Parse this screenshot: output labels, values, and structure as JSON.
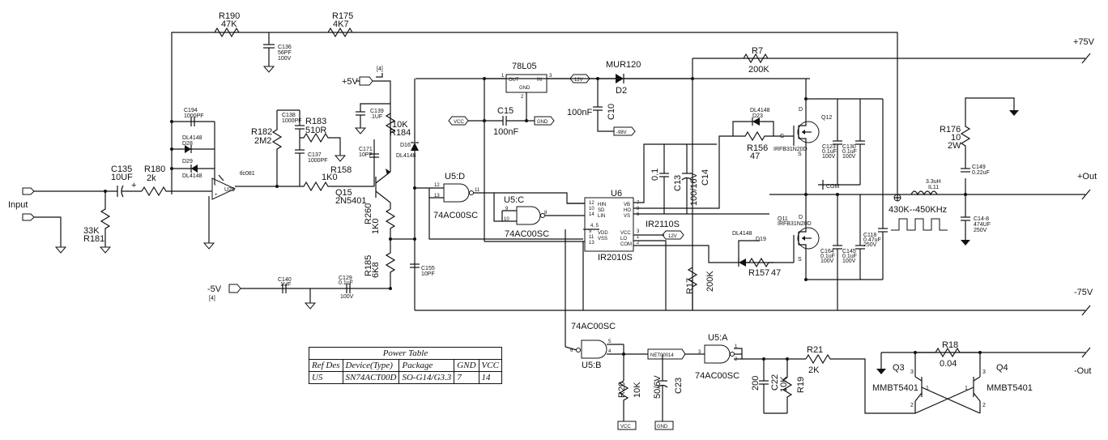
{
  "rails": {
    "plus75": "+75V",
    "minus75": "-75V",
    "plus5": "+5V",
    "minus5": "-5V",
    "ref4a": "[4]",
    "ref4b": "[4]",
    "v12a": "12V",
    "v12b": "12V",
    "vcc": "VCC",
    "gnd": "GND",
    "vcc2": "VCC",
    "gnd2": "GND",
    "neg98": "-98V",
    "com": "COM",
    "net": "NET00014"
  },
  "ports": {
    "input": "Input",
    "plus_out": "+Out",
    "minus_out": "-Out"
  },
  "parts": {
    "r190": "R190",
    "r190v": "47K",
    "r175": "R175",
    "r175v": "4K7",
    "c136": "C136",
    "c136v": "56PF",
    "c136r": "100V",
    "r7": "R7",
    "r7v": "200K",
    "u7": "78L05",
    "u7out": "OUT",
    "u7in": "IN",
    "u7gnd": "GND",
    "d2t": "MUR120",
    "d2": "D2",
    "c10v": "100nF",
    "c10": "C10",
    "c15": "C15",
    "c15v": "100nF",
    "c135": "C135",
    "c135v": "10UF",
    "r180": "R180",
    "r180v": "2k",
    "r181v": "33K",
    "r181": "R181",
    "c194": "C194",
    "c194v": "1000PF",
    "d28t": "DL4148",
    "d28": "D28",
    "d29": "D29",
    "d29t": "DL4148",
    "u29": "U29",
    "u29t": "tlc081",
    "c138": "C138",
    "c138v": "1000PF",
    "r182": "R182",
    "r182v": "2M2",
    "r183": "R183",
    "r183v": "510R",
    "c137": "C137",
    "c137v": "1000PF",
    "c139": "C139",
    "c139v": ".1UF",
    "r184v": "10K",
    "r184": "R184",
    "c171": "C171",
    "c171v": "10PF",
    "d16": "D16",
    "d16t": "DL4148",
    "r158": "R158",
    "r158v": "1K0",
    "q15": "Q15",
    "q15t": "2N5401",
    "r260": "R260",
    "r260v": "1K0",
    "r185": "R185",
    "r185v": "6K8",
    "c155": "C155",
    "c155v": "10PF",
    "c140": "C140",
    "c140v": "1UF",
    "c129": "C129",
    "c129v": "0.1uF",
    "c129r": "100V",
    "u5d": "U5:D",
    "u5dt": "74AC00SC",
    "u5c": "U5:C",
    "u5ct": "74AC00SC",
    "u6": "U6",
    "u6t": "IR2010S",
    "u6hin": "HIN",
    "u6sd": "SD",
    "u6lin": "LIN",
    "u6vdd": "VDD",
    "u6vss": "VSS",
    "u6vb": "VB",
    "u6ho": "HO",
    "u6vs": "VS",
    "u6vcc": "VCC",
    "u6lo": "LO",
    "u6com": "COM",
    "c01": "0.1",
    "c13": "C13",
    "c13v": "100/16V",
    "c14": "C14",
    "ir2110": "IR2110S",
    "r17": "R17",
    "r17v": "200K",
    "d23t": "DL4148",
    "d23": "D23",
    "r156": "R156",
    "r156v": "47",
    "q12": "Q12",
    "q12t": "IRFB31N20D",
    "c123": "C123",
    "c123v": "0.1uF",
    "c123r": "100V",
    "c130": "C130",
    "c130v": "0.1uF",
    "c130r": "100V",
    "d19t": "DL4148",
    "d19": "D19",
    "r157": "R157",
    "r157v": "47",
    "q11": "Q11",
    "q11t": "IRFB31N20D",
    "c164": "C164",
    "c164v": "0.1uF",
    "c164r": "100V",
    "c145": "C145",
    "c145v": "0.1uF",
    "c145r": "100V",
    "c118": "C118",
    "c118v": "0.47uF",
    "c118r": "250V",
    "r176": "R176",
    "r176v": "10",
    "r176w": "2W",
    "c149": "C149",
    "c149v": "0.22uF",
    "l11v": "3.3uH",
    "l11": "IL11",
    "freq": "430K--450KHz",
    "c148": "C14-8",
    "c148v": "474UF",
    "c148r": "250V",
    "u5a": "U5:A",
    "u5at": "74AC00SC",
    "u5b": "U5:B",
    "u5bt": "74AC00SC",
    "r20": "R20",
    "r20v": "10K",
    "c23v": "50/6V",
    "c23": "C23",
    "c22v": "200",
    "c22": "C22",
    "r19v": "10K",
    "r19": "R19",
    "r21": "R21",
    "r21v": "2K",
    "r18": "R18",
    "r18v": "0.04",
    "q3": "Q3",
    "q3t": "MMBT5401",
    "q4": "Q4",
    "q4t": "MMBT5401"
  },
  "power_table": {
    "title": "Power Table",
    "headers": [
      "Ref Des",
      "Device(Type)",
      "Package",
      "GND",
      "VCC"
    ],
    "rows": [
      [
        "U5",
        "SN74ACT00D",
        "SO-G14/G3.3",
        "7",
        "14"
      ]
    ]
  }
}
